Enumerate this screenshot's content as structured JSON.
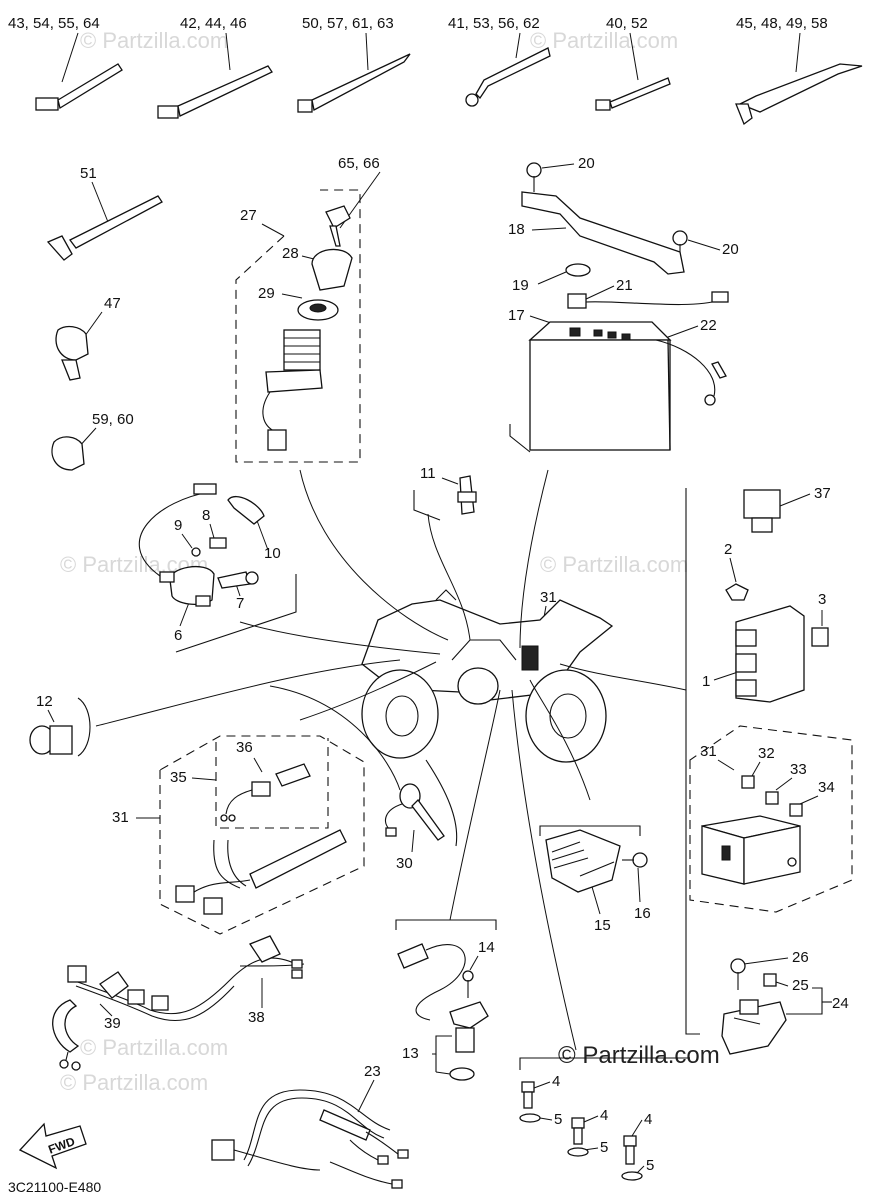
{
  "watermark": {
    "small": "© Partzilla.com",
    "large": "© Partzilla.com"
  },
  "diagram_code": "3C21100-E480",
  "fwd_label": "FWD",
  "callouts": {
    "c43": "43, 54, 55, 64",
    "c42": "42, 44, 46",
    "c50": "50, 57, 61, 63",
    "c41": "41, 53, 56, 62",
    "c40": "40, 52",
    "c45": "45, 48, 49, 58",
    "c51": "51",
    "c47": "47",
    "c59": "59, 60",
    "c65": "65, 66",
    "c27": "27",
    "c28": "28",
    "c29": "29",
    "c20a": "20",
    "c20b": "20",
    "c18": "18",
    "c19": "19",
    "c21": "21",
    "c17": "17",
    "c22": "22",
    "c11": "11",
    "c8": "8",
    "c9": "9",
    "c10": "10",
    "c6": "6",
    "c7": "7",
    "c37": "37",
    "c2": "2",
    "c3": "3",
    "c1": "1",
    "c31a": "31",
    "c12": "12",
    "c36": "36",
    "c35": "35",
    "c31b": "31",
    "c30": "30",
    "c31c": "31",
    "c32": "32",
    "c33": "33",
    "c34": "34",
    "c15": "15",
    "c16": "16",
    "c14": "14",
    "c13": "13",
    "c26": "26",
    "c25": "25",
    "c24": "24",
    "c39": "39",
    "c38": "38",
    "c23": "23",
    "c4a": "4",
    "c5a": "5",
    "c4b": "4",
    "c5b": "5",
    "c4c": "4",
    "c5c": "5"
  }
}
